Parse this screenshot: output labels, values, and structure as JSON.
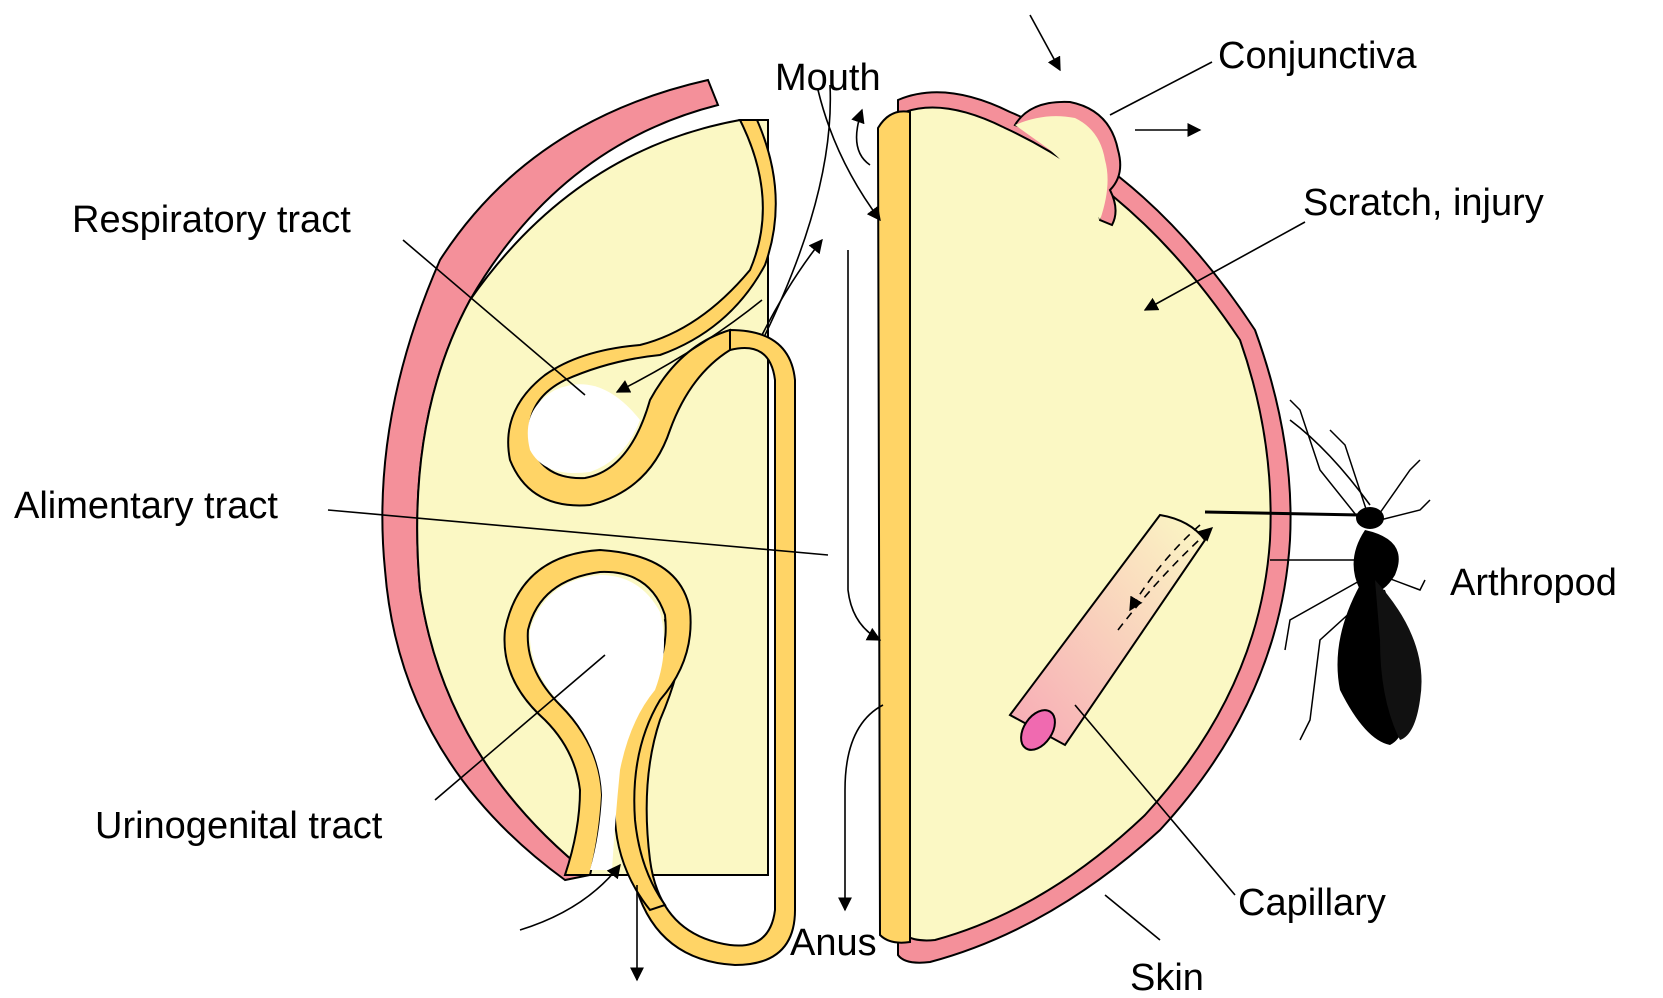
{
  "labels": {
    "mouth": "Mouth",
    "conjunctiva": "Conjunctiva",
    "scratch": "Scratch, injury",
    "respiratory": "Respiratory tract",
    "alimentary": "Alimentary tract",
    "arthropod": "Arthropod",
    "urinogenital": "Urinogenital tract",
    "capillary": "Capillary",
    "anus": "Anus",
    "skin": "Skin"
  },
  "colors": {
    "skin": "#f4909a",
    "mucosa": "#ffd466",
    "tissue": "#fbf8c4",
    "capillary": "#f9b3bd",
    "insect": "#000000"
  }
}
